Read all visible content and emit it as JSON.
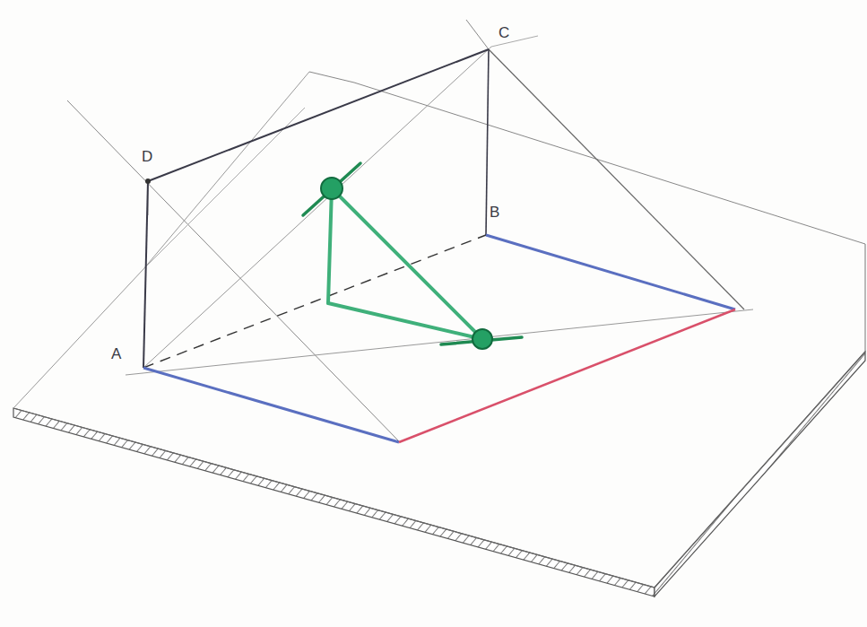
{
  "diagram": {
    "labels": [
      "C",
      "D",
      "B",
      "A"
    ]
  }
}
